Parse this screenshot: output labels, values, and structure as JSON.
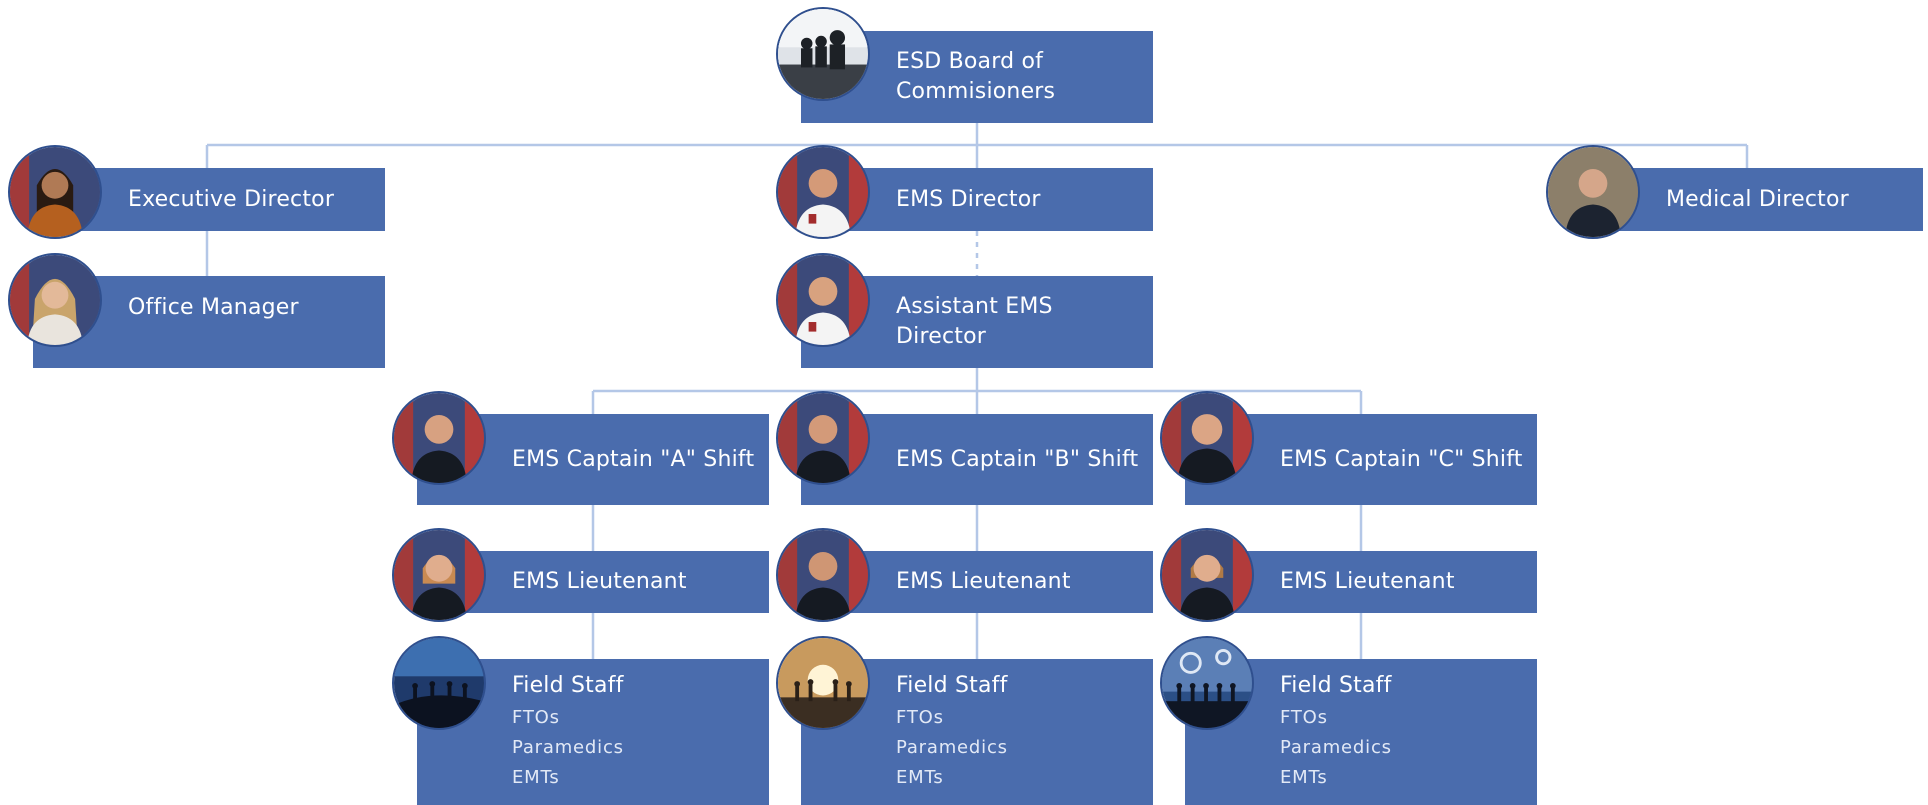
{
  "org_chart": {
    "board": {
      "title": "ESD Board of Commisioners",
      "photo": "boardroom-silhouettes-photo"
    },
    "executive_director": {
      "title": "Executive Director",
      "photo": "person-photo"
    },
    "office_manager": {
      "title": "Office Manager",
      "photo": "person-photo"
    },
    "ems_director": {
      "title": "EMS Director",
      "photo": "uniformed-officer-photo"
    },
    "assistant_ems_director": {
      "title": "Assistant EMS Director",
      "photo": "uniformed-officer-photo"
    },
    "medical_director": {
      "title": "Medical Director",
      "photo": "person-photo"
    },
    "shifts": [
      {
        "captain": "EMS Captain \"A\" Shift",
        "lieutenant": "EMS Lieutenant",
        "field": {
          "title": "Field Staff",
          "roles": [
            "FTOs",
            "Paramedics",
            "EMTs"
          ],
          "photo": "mountain-silhouettes-photo"
        }
      },
      {
        "captain": "EMS Captain \"B\" Shift",
        "lieutenant": "EMS Lieutenant",
        "field": {
          "title": "Field Staff",
          "roles": [
            "FTOs",
            "Paramedics",
            "EMTs"
          ],
          "photo": "sunset-silhouettes-photo"
        }
      },
      {
        "captain": "EMS Captain \"C\" Shift",
        "lieutenant": "EMS Lieutenant",
        "field": {
          "title": "Field Staff",
          "roles": [
            "FTOs",
            "Paramedics",
            "EMTs"
          ],
          "photo": "teamwork-graphic-photo"
        }
      }
    ]
  },
  "colors": {
    "box": "#4a6cad",
    "connector": "#b4c7e7",
    "text": "#ffffff",
    "avatar_border": "#2f4f8e"
  }
}
